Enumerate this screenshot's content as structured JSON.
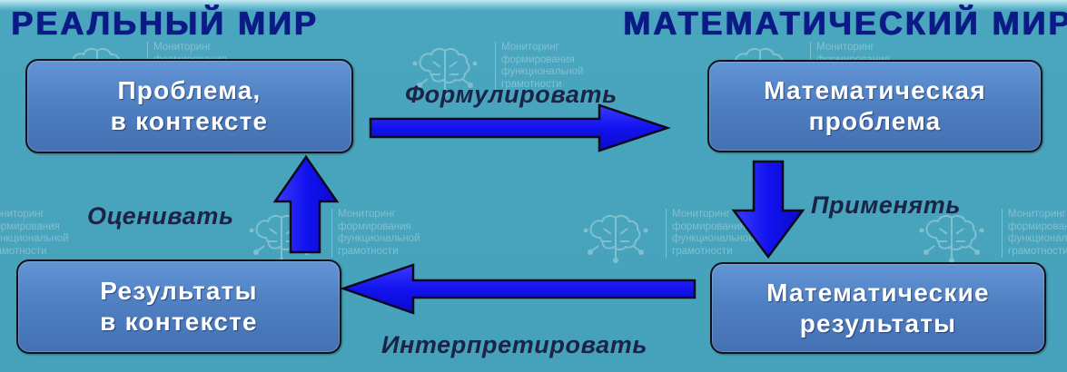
{
  "titles": {
    "real_world": "РЕАЛЬНЫЙ МИР",
    "math_world": "МАТЕМАТИЧЕСКИЙ МИР"
  },
  "boxes": {
    "problem_in_context": {
      "line1": "Проблема,",
      "line2": "в контексте"
    },
    "math_problem": {
      "line1": "Математическая",
      "line2": "проблема"
    },
    "results_in_context": {
      "line1": "Результаты",
      "line2": "в контексте"
    },
    "math_results": {
      "line1": "Математические",
      "line2": "результаты"
    }
  },
  "arrows": {
    "formulate": "Формулировать",
    "apply": "Применять",
    "interpret": "Интерпретировать",
    "evaluate": "Оценивать"
  },
  "watermark": {
    "icon": "brain-circuit-icon",
    "lines": [
      "Мониторинг",
      "формирования",
      "функциональной",
      "грамотности"
    ]
  },
  "colors": {
    "background": "#46a2ba",
    "title": "#0b1a86",
    "box_fill": "#4f80c2",
    "box_border": "#101418",
    "arrow_fill": "#1414f0",
    "label": "#1b2346"
  }
}
